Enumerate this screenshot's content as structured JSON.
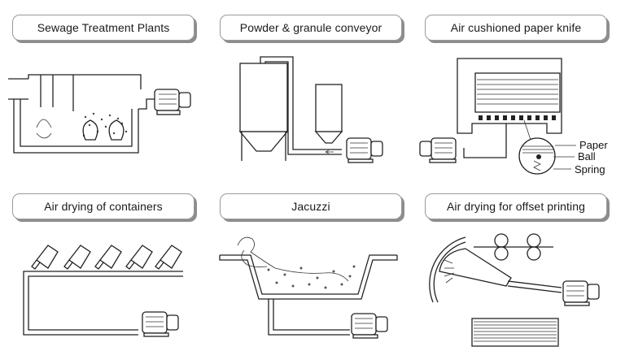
{
  "panels": [
    {
      "title": "Sewage Treatment Plants"
    },
    {
      "title": "Powder & granule conveyor"
    },
    {
      "title": "Air cushioned paper knife",
      "labels": {
        "paper": "Paper",
        "ball": "Ball",
        "spring": "Spring"
      }
    },
    {
      "title": "Air drying of containers"
    },
    {
      "title": "Jacuzzi"
    },
    {
      "title": "Air drying for offset printing"
    }
  ]
}
